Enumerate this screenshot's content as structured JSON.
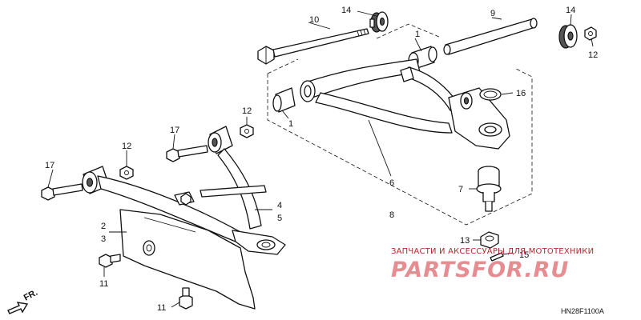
{
  "diagram": {
    "callouts": {
      "c1_top": "1",
      "c1_bottom": "1",
      "c2_3": [
        "2",
        "3"
      ],
      "c4_5": [
        "4",
        "5"
      ],
      "c6_8": [
        "6",
        "8"
      ],
      "c7": "7",
      "c9": "9",
      "c10": "10",
      "c11_left": "11",
      "c11_bottom": "11",
      "c12_top_right": "12",
      "c12_mid": "12",
      "c12_left": "12",
      "c13": "13",
      "c14_top": "14",
      "c14_right": "14",
      "c15": "15",
      "c16": "16",
      "c17_mid": "17",
      "c17_left": "17"
    },
    "front_indicator": "FR.",
    "diagram_code": "HN28F1100A"
  },
  "watermark": {
    "top_text": "ЗАПЧАСТИ И АКСЕССУАРЫ ДЛЯ МОТОТЕХНИКИ",
    "main_text": "PARTSFOR.RU",
    "color": "#d8454c"
  }
}
